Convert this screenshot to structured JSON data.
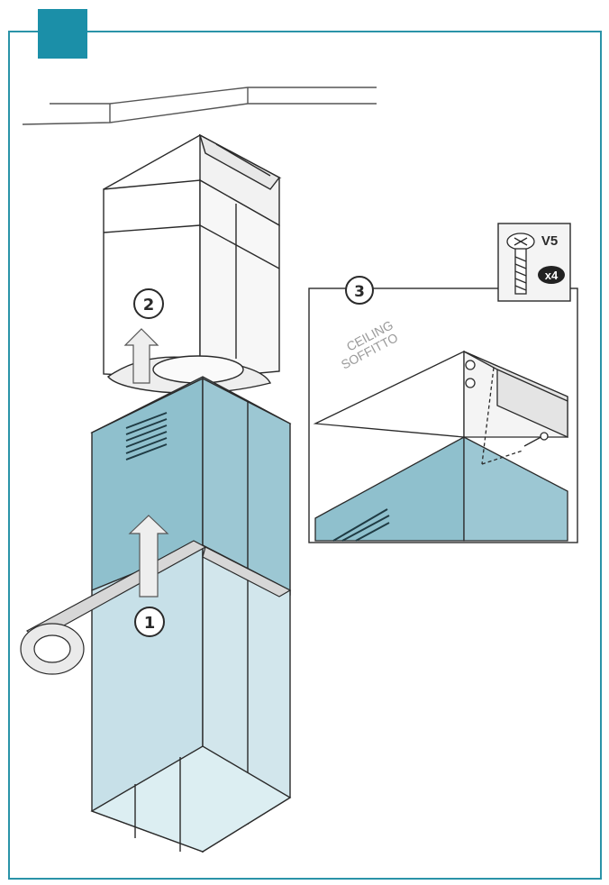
{
  "steps": [
    {
      "number": "1"
    },
    {
      "number": "2"
    },
    {
      "number": "3"
    }
  ],
  "detail": {
    "ceiling_label_en": "CEILING",
    "ceiling_label_it": "SOFFITTO"
  },
  "screw": {
    "code": "V5",
    "quantity": "x4"
  },
  "colors": {
    "accent": "#1b8fa8",
    "frame": "#2a93a8",
    "chimney_upper": "#8fc0cd",
    "chimney_lower": "#c7e0e8",
    "line": "#2a2a2a"
  }
}
